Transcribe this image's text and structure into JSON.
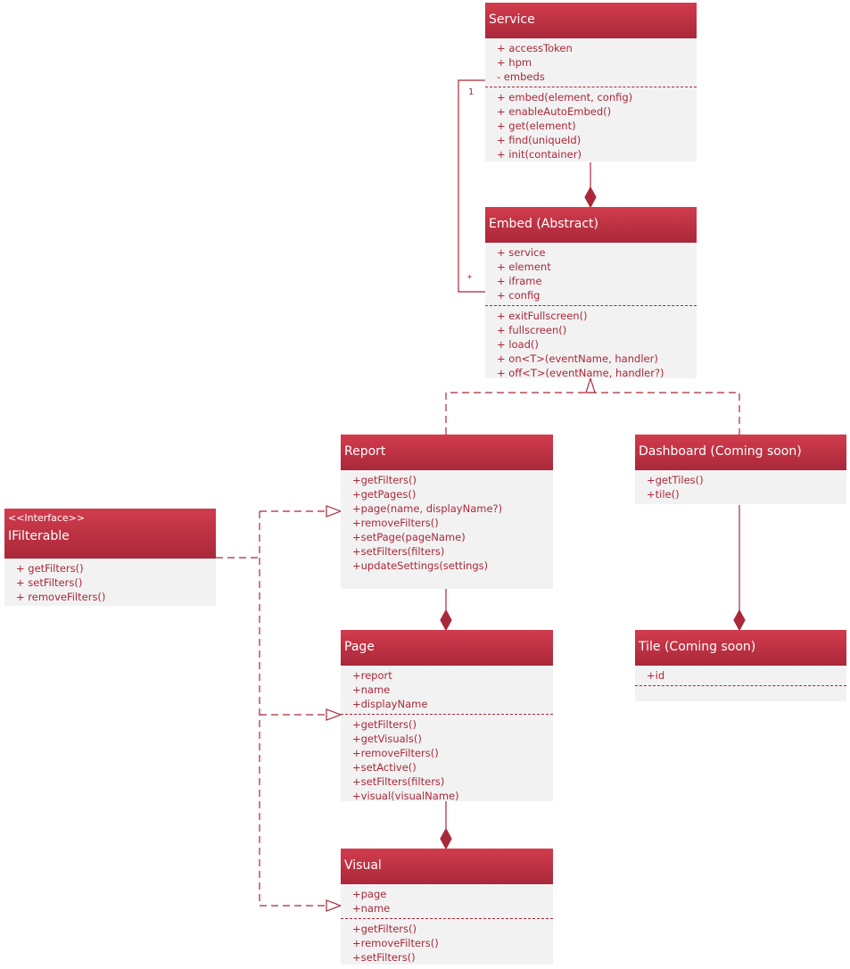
{
  "classes": {
    "service": {
      "name": "Service",
      "attributes": [
        "+ accessToken",
        "+ hpm",
        "- embeds"
      ],
      "methods": [
        "+ embed(element, config)",
        "+ enableAutoEmbed()",
        "+ get(element)",
        "+ find(uniqueId)",
        "+ init(container)"
      ]
    },
    "embed": {
      "name": "Embed (Abstract)",
      "attributes": [
        "+ service",
        "+ element",
        "+ iframe",
        "+ config"
      ],
      "methods": [
        "+ exitFullscreen()",
        "+ fullscreen()",
        "+ load()",
        "+ on<T>(eventName, handler)",
        "+ off<T>(eventName, handler?)"
      ]
    },
    "report": {
      "name": "Report",
      "methods": [
        "+getFilters()",
        "+getPages()",
        "+page(name, displayName?)",
        "+removeFilters()",
        "+setPage(pageName)",
        "+setFilters(filters)",
        "+updateSettings(settings)"
      ]
    },
    "dashboard": {
      "name": "Dashboard (Coming soon)",
      "methods": [
        "+getTiles()",
        "+tile()"
      ]
    },
    "ifilterable": {
      "stereotype": "<<Interface>>",
      "name": "IFilterable",
      "methods": [
        "+ getFilters()",
        "+ setFilters()",
        "+ removeFilters()"
      ]
    },
    "page": {
      "name": "Page",
      "attributes": [
        "+report",
        "+name",
        "+displayName"
      ],
      "methods": [
        "+getFilters()",
        "+getVisuals()",
        "+removeFilters()",
        "+setActive()",
        "+setFilters(filters)",
        "+visual(visualName)"
      ]
    },
    "tile": {
      "name": "Tile (Coming soon)",
      "attributes": [
        "+id"
      ],
      "methods": []
    },
    "visual": {
      "name": "Visual",
      "attributes": [
        "+page",
        "+name"
      ],
      "methods": [
        "+getFilters()",
        "+removeFilters()",
        "+setFilters()"
      ]
    }
  },
  "multiplicity": {
    "one": "1",
    "many": "*"
  },
  "colors": {
    "accent": "#a9283a",
    "header_top": "#d23c4d",
    "body": "#f2f2f2",
    "member_text": "#a9283a"
  }
}
